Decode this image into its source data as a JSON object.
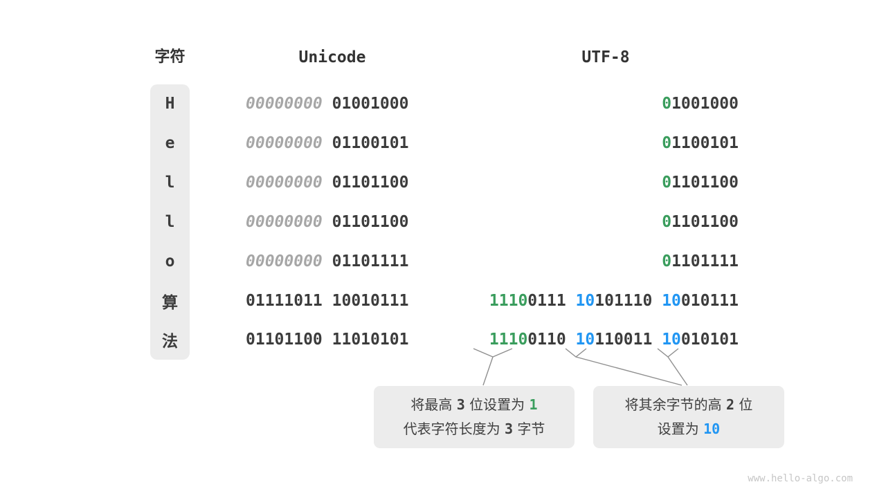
{
  "headers": {
    "char": "字符",
    "unicode": "Unicode",
    "utf8": "UTF-8"
  },
  "colors": {
    "green": "#3a9d5d",
    "blue": "#2196f3",
    "dark": "#3c3c3c",
    "graybits": "#a6a6a6",
    "panel": "#ececec",
    "line": "#8f8f8f",
    "watermark": "#c6c6c6"
  },
  "rows": [
    {
      "char": "H",
      "unicode": [
        {
          "text": "00000000",
          "style": "gray"
        },
        {
          "text": "01001000",
          "style": "dark"
        }
      ],
      "utf8": [
        [
          {
            "t": "0",
            "c": "green"
          },
          {
            "t": "1001000",
            "c": "dark"
          }
        ]
      ]
    },
    {
      "char": "e",
      "unicode": [
        {
          "text": "00000000",
          "style": "gray"
        },
        {
          "text": "01100101",
          "style": "dark"
        }
      ],
      "utf8": [
        [
          {
            "t": "0",
            "c": "green"
          },
          {
            "t": "1100101",
            "c": "dark"
          }
        ]
      ]
    },
    {
      "char": "l",
      "unicode": [
        {
          "text": "00000000",
          "style": "gray"
        },
        {
          "text": "01101100",
          "style": "dark"
        }
      ],
      "utf8": [
        [
          {
            "t": "0",
            "c": "green"
          },
          {
            "t": "1101100",
            "c": "dark"
          }
        ]
      ]
    },
    {
      "char": "l",
      "unicode": [
        {
          "text": "00000000",
          "style": "gray"
        },
        {
          "text": "01101100",
          "style": "dark"
        }
      ],
      "utf8": [
        [
          {
            "t": "0",
            "c": "green"
          },
          {
            "t": "1101100",
            "c": "dark"
          }
        ]
      ]
    },
    {
      "char": "o",
      "unicode": [
        {
          "text": "00000000",
          "style": "gray"
        },
        {
          "text": "01101111",
          "style": "dark"
        }
      ],
      "utf8": [
        [
          {
            "t": "0",
            "c": "green"
          },
          {
            "t": "1101111",
            "c": "dark"
          }
        ]
      ]
    },
    {
      "char": "算",
      "unicode": [
        {
          "text": "01111011",
          "style": "dark"
        },
        {
          "text": "10010111",
          "style": "dark"
        }
      ],
      "utf8": [
        [
          {
            "t": "1110",
            "c": "green"
          },
          {
            "t": "0111",
            "c": "dark"
          }
        ],
        [
          {
            "t": "10",
            "c": "blue"
          },
          {
            "t": "101110",
            "c": "dark"
          }
        ],
        [
          {
            "t": "10",
            "c": "blue"
          },
          {
            "t": "010111",
            "c": "dark"
          }
        ]
      ]
    },
    {
      "char": "法",
      "unicode": [
        {
          "text": "01101100",
          "style": "dark"
        },
        {
          "text": "11010101",
          "style": "dark"
        }
      ],
      "utf8": [
        [
          {
            "t": "1110",
            "c": "green"
          },
          {
            "t": "0110",
            "c": "dark"
          }
        ],
        [
          {
            "t": "10",
            "c": "blue"
          },
          {
            "t": "110011",
            "c": "dark"
          }
        ],
        [
          {
            "t": "10",
            "c": "blue"
          },
          {
            "t": "010101",
            "c": "dark"
          }
        ]
      ]
    }
  ],
  "callouts": {
    "left": {
      "line1": [
        {
          "t": "将最高 ",
          "c": "plain"
        },
        {
          "t": "3",
          "c": "num"
        },
        {
          "t": " 位设置为 ",
          "c": "plain"
        },
        {
          "t": "1",
          "c": "green-num"
        }
      ],
      "line2": [
        {
          "t": "代表字符长度为 ",
          "c": "plain"
        },
        {
          "t": "3",
          "c": "num"
        },
        {
          "t": " 字节",
          "c": "plain"
        }
      ]
    },
    "right": {
      "line1": [
        {
          "t": "将其余字节的高 ",
          "c": "plain"
        },
        {
          "t": "2",
          "c": "num"
        },
        {
          "t": " 位",
          "c": "plain"
        }
      ],
      "line2": [
        {
          "t": "设置为 ",
          "c": "plain"
        },
        {
          "t": "10",
          "c": "blue-num"
        }
      ]
    }
  },
  "watermark": "www.hello-algo.com"
}
